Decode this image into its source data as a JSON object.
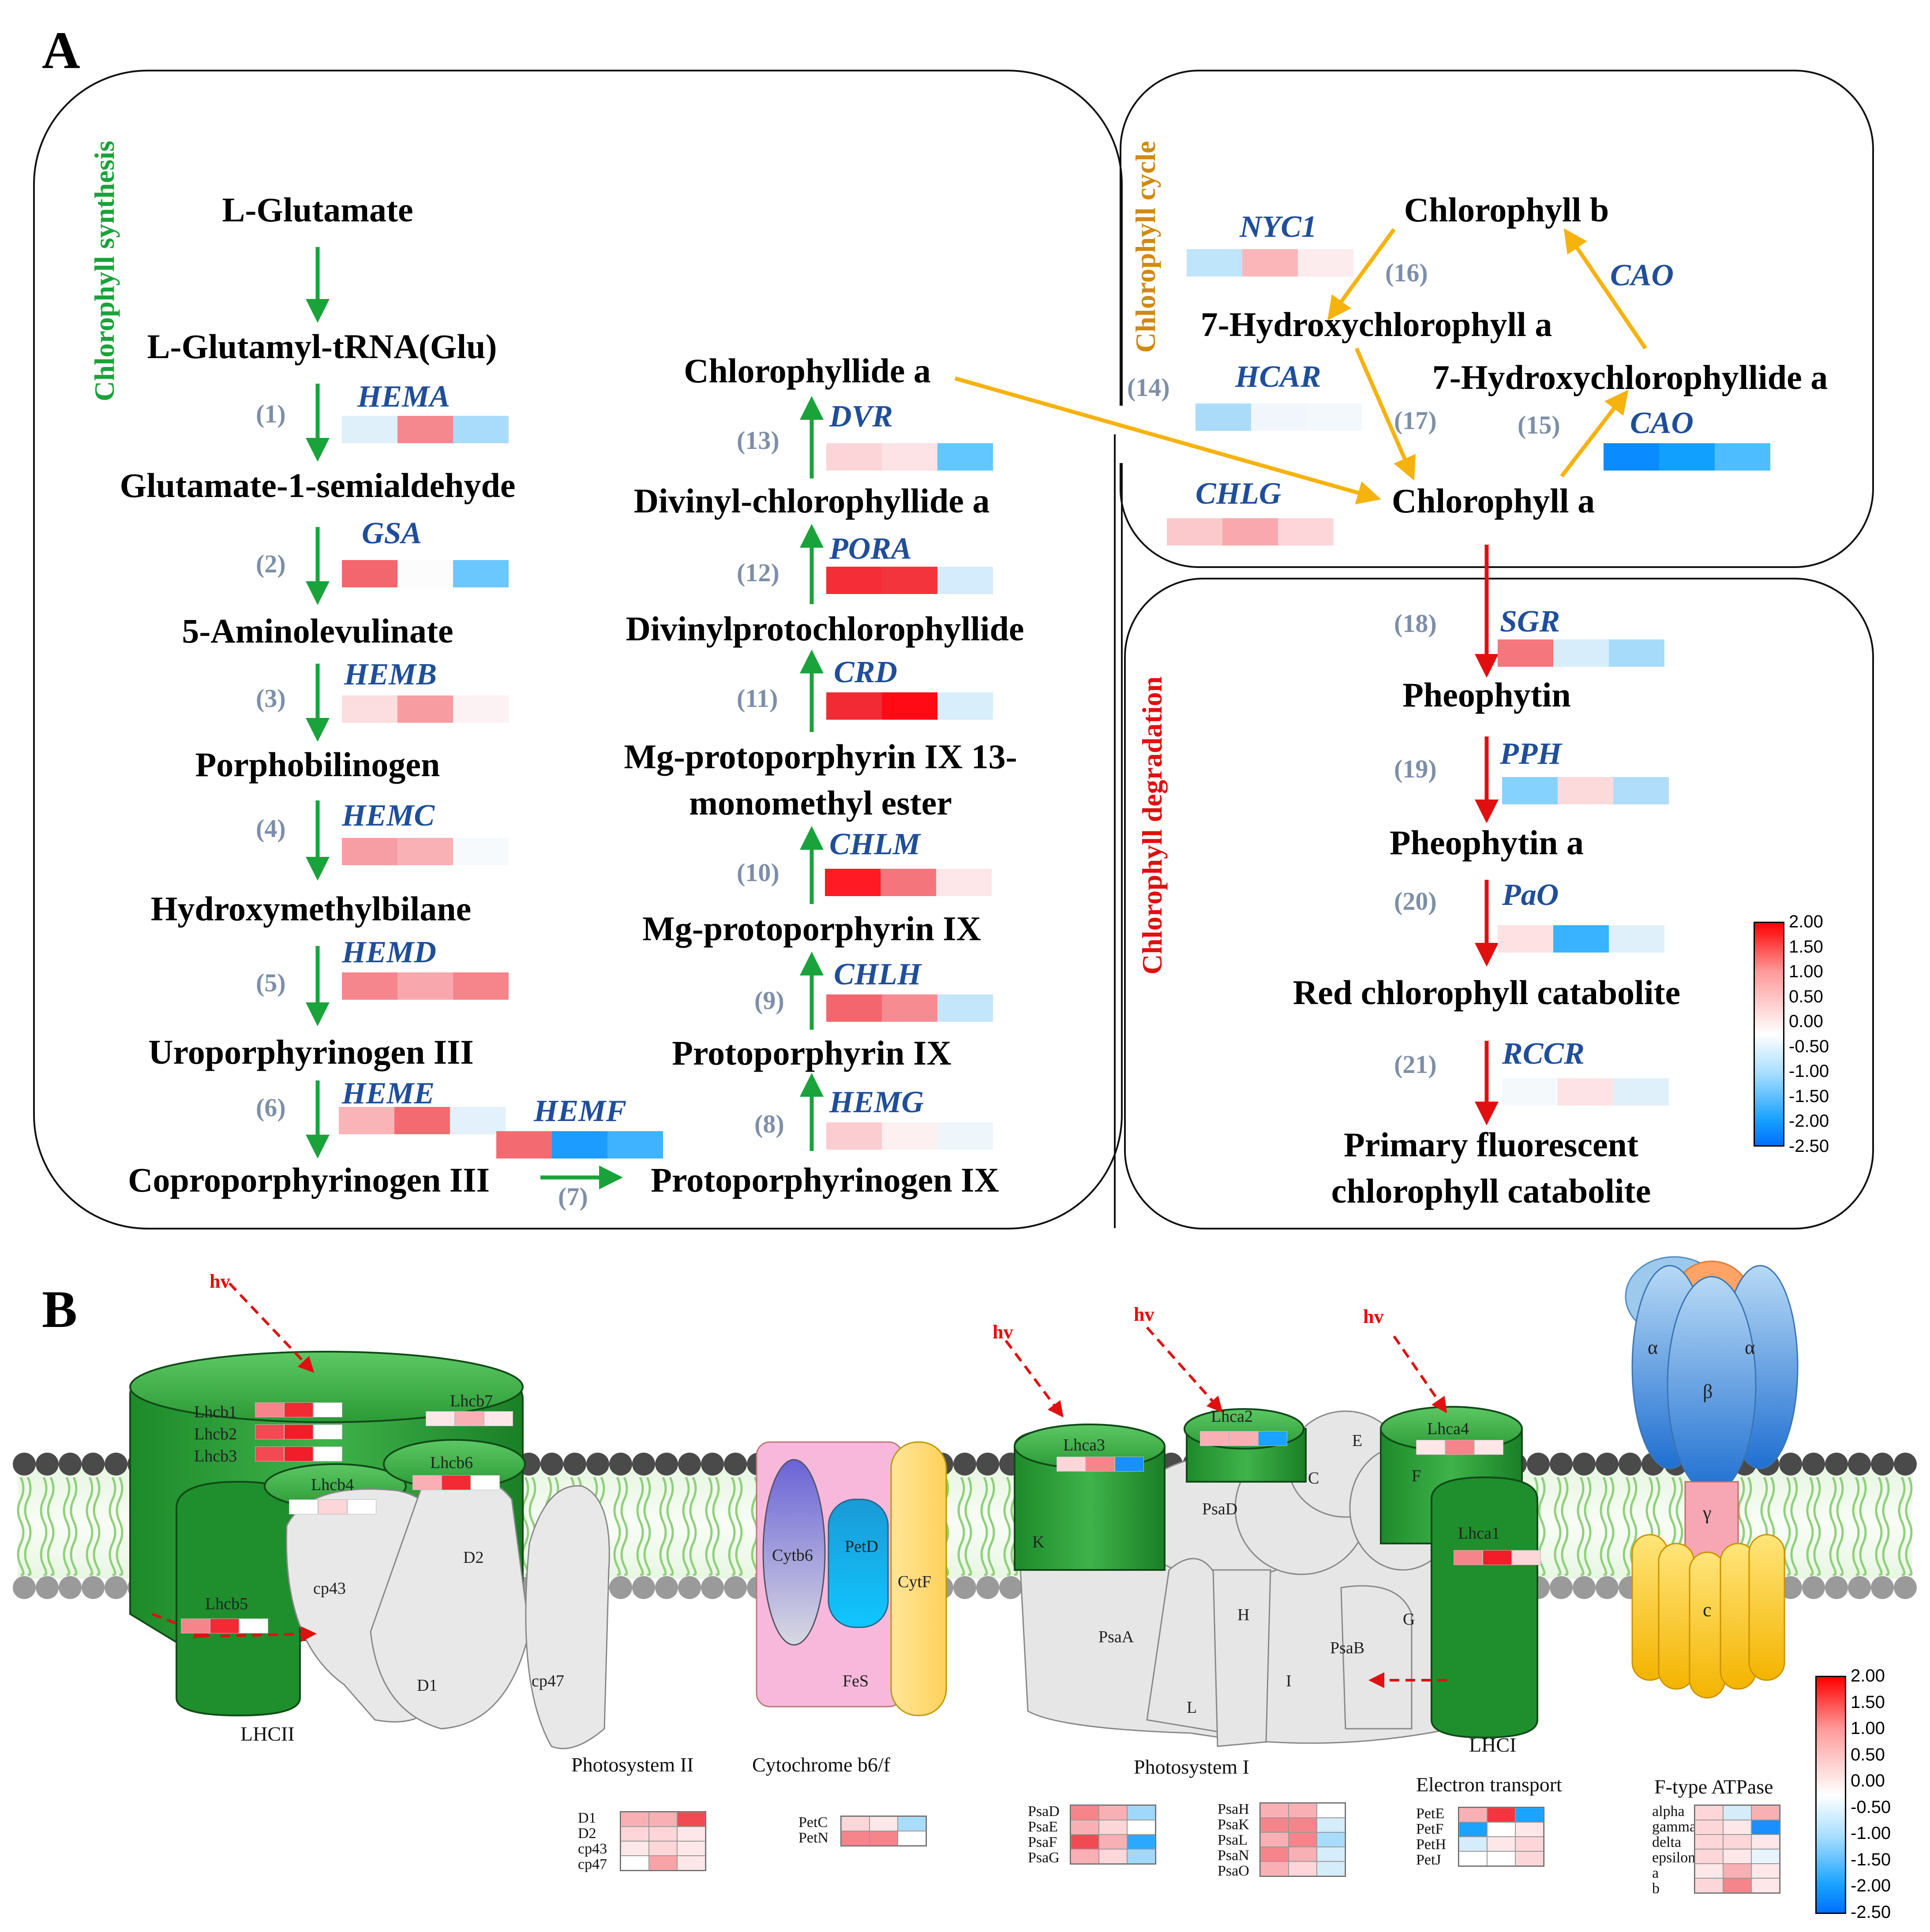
{
  "panel_a": {
    "letter": "A",
    "synthesis_title": "Chlorophyll synthesis",
    "cycle_title": "Chlorophyll cycle",
    "degradation_title": "Chlorophyll degradation",
    "metabolites": {
      "l_glutamate": "L-Glutamate",
      "glutamyl_trna": "L-Glutamyl-tRNA(Glu)",
      "gsa": "Glutamate-1-semialdehyde",
      "ala": "5-Aminolevulinate",
      "pbg": "Porphobilinogen",
      "hmb": "Hydroxymethylbilane",
      "urogen": "Uroporphyrinogen III",
      "coprogen": "Coproporphyrinogen III",
      "protogen": "Protoporphyrinogen IX",
      "proto": "Protoporphyrin IX",
      "mgproto": "Mg-protoporphyrin IX",
      "mgprotome_1": "Mg-protoporphyrin IX 13-",
      "mgprotome_2": "monomethyl ester",
      "dvpchlide": "Divinylprotochlorophyllide",
      "dvchlide": "Divinyl-chlorophyllide a",
      "chlide": "Chlorophyllide a",
      "chl_b": "Chlorophyll b",
      "hydroxy_chl_a": "7-Hydroxychlorophyll a",
      "hydroxy_chlide_a": "7-Hydroxychlorophyllide a",
      "chl_a": "Chlorophyll a",
      "pheophytin": "Pheophytin",
      "pheophytin_a": "Pheophytin a",
      "rcc": "Red chlorophyll catabolite",
      "pfcc_1": "Primary fluorescent",
      "pfcc_2": "chlorophyll catabolite"
    },
    "genes": [
      {
        "id": "hema",
        "name": "HEMA",
        "step": "(1)",
        "colors": [
          "#dff0fa",
          "#f5878e",
          "#a9dcfa"
        ]
      },
      {
        "id": "gsa",
        "name": "GSA",
        "step": "(2)",
        "colors": [
          "#f4666d",
          "#fcfcfc",
          "#6bc8ff"
        ]
      },
      {
        "id": "hemb",
        "name": "HEMB",
        "step": "(3)",
        "colors": [
          "#fcdde0",
          "#f79ca1",
          "#fdf2f3"
        ]
      },
      {
        "id": "hemc",
        "name": "HEMC",
        "step": "(4)",
        "colors": [
          "#f79ea4",
          "#f9b1b5",
          "#f7fafd"
        ]
      },
      {
        "id": "hemd",
        "name": "HEMD",
        "step": "(5)",
        "colors": [
          "#f6868d",
          "#f8a8ad",
          "#f5848b"
        ]
      },
      {
        "id": "heme",
        "name": "HEME",
        "step": "(6)",
        "colors": [
          "#f9b4b8",
          "#f46a71",
          "#e2f1fb"
        ]
      },
      {
        "id": "hemf",
        "name": "HEMF",
        "step": "(7)",
        "colors": [
          "#f46a71",
          "#1c9cff",
          "#3fb3ff"
        ]
      },
      {
        "id": "hemg",
        "name": "HEMG",
        "step": "(8)",
        "colors": [
          "#fbcdd0",
          "#fdf0f1",
          "#eef6fc"
        ]
      },
      {
        "id": "chlh",
        "name": "CHLH",
        "step": "(9)",
        "colors": [
          "#f4666d",
          "#f68c92",
          "#c3e6fb"
        ]
      },
      {
        "id": "chlm",
        "name": "CHLM",
        "step": "(10)",
        "colors": [
          "#ff1a24",
          "#f4767c",
          "#fde7e8"
        ]
      },
      {
        "id": "crd",
        "name": "CRD",
        "step": "(11)",
        "colors": [
          "#f22a33",
          "#ff0a15",
          "#d9eefb"
        ]
      },
      {
        "id": "pora",
        "name": "PORA",
        "step": "(12)",
        "colors": [
          "#f52d36",
          "#f3343d",
          "#d4ecfb"
        ]
      },
      {
        "id": "dvr",
        "name": "DVR",
        "step": "(13)",
        "colors": [
          "#fbd5d8",
          "#fde3e5",
          "#62c6ff"
        ]
      },
      {
        "id": "chlg",
        "name": "CHLG",
        "step": "(14)",
        "colors": [
          "#fbc9cc",
          "#f9a9ae",
          "#fcd6d9"
        ]
      },
      {
        "id": "cao1",
        "name": "CAO",
        "step": "(15)",
        "colors": [
          "#0a8bff",
          "#12a0ff",
          "#4ebdff"
        ]
      },
      {
        "id": "cao2",
        "name": "CAO",
        "step": "",
        "colors": []
      },
      {
        "id": "nyc1",
        "name": "NYC1",
        "step": "(16)",
        "colors": [
          "#bfe5fb",
          "#fbb6ba",
          "#fdecee"
        ]
      },
      {
        "id": "hcar",
        "name": "HCAR",
        "step": "(17)",
        "colors": [
          "#aadcfa",
          "#f0f6fc",
          "#f3f8fc"
        ]
      },
      {
        "id": "sgr",
        "name": "SGR",
        "step": "(18)",
        "colors": [
          "#f5767d",
          "#d7edfb",
          "#a7dbfa"
        ]
      },
      {
        "id": "pph",
        "name": "PPH",
        "step": "(19)",
        "colors": [
          "#86d2ff",
          "#fcdadc",
          "#b0ddfa"
        ]
      },
      {
        "id": "pao",
        "name": "PaO",
        "step": "(20)",
        "colors": [
          "#fde1e3",
          "#39b3ff",
          "#e0f0fb"
        ]
      },
      {
        "id": "rccr",
        "name": "RCCR",
        "step": "(21)",
        "colors": [
          "#f4f9fc",
          "#fde3e5",
          "#e0f0fb"
        ]
      }
    ],
    "scale_labels": [
      "2.00",
      "1.50",
      "1.00",
      "0.50",
      "0.00",
      "-0.50",
      "-1.00",
      "-1.50",
      "-2.00",
      "-2.50"
    ]
  },
  "panel_b": {
    "letter": "B",
    "hv": "hv",
    "complexes": {
      "lhcii": "LHCII",
      "ps2": "Photosystem II",
      "cytb6f": "Cytochrome b6/f",
      "ps1": "Photosystem I",
      "lhci": "LHCI",
      "et": "Electron transport",
      "atpase": "F-type ATPase"
    },
    "proteins": {
      "lhcb1": "Lhcb1",
      "lhcb2": "Lhcb2",
      "lhcb3": "Lhcb3",
      "lhcb4": "Lhcb4",
      "lhcb5": "Lhcb5",
      "lhcb6": "Lhcb6",
      "lhcb7": "Lhcb7",
      "lhca1": "Lhca1",
      "lhca2": "Lhca2",
      "lhca3": "Lhca3",
      "lhca4": "Lhca4",
      "cp43": "cp43",
      "cp47": "cp47",
      "d1": "D1",
      "d2": "D2",
      "cytb6": "Cytb6",
      "petd": "PetD",
      "cytf": "CytF",
      "fes": "FeS",
      "k": "K",
      "psaa": "PsaA",
      "psad": "PsaD",
      "c": "C",
      "e": "E",
      "f": "F",
      "h": "H",
      "l": "L",
      "i": "I",
      "psab": "PsaB",
      "g": "G",
      "alpha1": "α",
      "alpha2": "α",
      "beta": "β",
      "gamma": "γ",
      "c_ring": "c"
    },
    "tables": {
      "ps2": {
        "rows": [
          "D1",
          "D2",
          "cp43",
          "cp47"
        ],
        "colors": [
          [
            "#f9b0b4",
            "#f9b0b4",
            "#f24a52"
          ],
          [
            "#fcd6d8",
            "#fcd6d8",
            "#fde7e8"
          ],
          [
            "#fde7e8",
            "#fcd6d8",
            "#fde7e8"
          ],
          [
            "#ffffff",
            "#f9a3a8",
            "#fde7e8"
          ]
        ]
      },
      "cytb6f": {
        "rows": [
          "PetC",
          "PetN"
        ],
        "colors": [
          [
            "#fcd6d8",
            "#fde7e8",
            "#a9dcfa"
          ],
          [
            "#f5848b",
            "#f5848b",
            "#ffffff"
          ]
        ]
      },
      "ps1a": {
        "rows": [
          "PsaD",
          "PsaE",
          "PsaF",
          "PsaG"
        ],
        "colors": [
          [
            "#f5848b",
            "#f9b0b4",
            "#9fd8fa"
          ],
          [
            "#f9b0b4",
            "#fcd6d8",
            "#ffffff"
          ],
          [
            "#f24a52",
            "#f9b0b4",
            "#2aa9ff"
          ],
          [
            "#f9b0b4",
            "#fcd6d8",
            "#9fd8fa"
          ]
        ]
      },
      "ps1b": {
        "rows": [
          "PsaH",
          "PsaK",
          "PsaL",
          "PsaN",
          "PsaO"
        ],
        "colors": [
          [
            "#f9b0b4",
            "#f9b0b4",
            "#ffffff"
          ],
          [
            "#f5848b",
            "#f5848b",
            "#d5ecfa"
          ],
          [
            "#f9b0b4",
            "#f5848b",
            "#a9dcfa"
          ],
          [
            "#f5848b",
            "#f9b0b4",
            "#d5ecfa"
          ],
          [
            "#f9b0b4",
            "#fcd6d8",
            "#d5ecfa"
          ]
        ]
      },
      "et": {
        "rows": [
          "PetE",
          "PetF",
          "PetH",
          "PetJ"
        ],
        "colors": [
          [
            "#f9b0b4",
            "#f2353e",
            "#1aa3ff"
          ],
          [
            "#1aa3ff",
            "#ffffff",
            "#fde7e8"
          ],
          [
            "#d5ecfa",
            "#fde7e8",
            "#fcd6d8"
          ],
          [
            "#ffffff",
            "#ffffff",
            "#fcd6d8"
          ]
        ]
      },
      "atp": {
        "rows": [
          "alpha",
          "gamma",
          "delta",
          "epsilon",
          "a",
          "b"
        ],
        "colors": [
          [
            "#fcd6d8",
            "#d5ecfa",
            "#f9b0b4"
          ],
          [
            "#fcd6d8",
            "#fde7e8",
            "#1a8fff"
          ],
          [
            "#fcd6d8",
            "#fcd6d8",
            "#fde7e8"
          ],
          [
            "#fcd6d8",
            "#fde7e8",
            "#e8f4fb"
          ],
          [
            "#fde7e8",
            "#f9b0b4",
            "#fde7e8"
          ],
          [
            "#fcd6d8",
            "#f5848b",
            "#fde7e8"
          ]
        ]
      }
    },
    "mini_heatmaps": {
      "lhcb1": [
        "#f5848b",
        "#f22a33",
        "#ffffff"
      ],
      "lhcb2": [
        "#f24a52",
        "#f21d28",
        "#ffffff"
      ],
      "lhcb3": [
        "#f24a52",
        "#f21d28",
        "#ffffff"
      ],
      "lhcb4": [
        "#ffffff",
        "#fcd6d8",
        "#ffffff"
      ],
      "lhcb5": [
        "#f5848b",
        "#f22a33",
        "#ffffff"
      ],
      "lhcb6": [
        "#f9b0b4",
        "#f22a33",
        "#ffffff"
      ],
      "lhcb7": [
        "#fde7e8",
        "#f9b0b4",
        "#fde7e8"
      ],
      "lhca1": [
        "#f5848b",
        "#f21d28",
        "#fcd6d8"
      ],
      "lhca2": [
        "#f9b0b4",
        "#f9b0b4",
        "#1aa3ff"
      ],
      "lhca3": [
        "#fcd6d8",
        "#f5848b",
        "#1a8fff"
      ],
      "lhca4": [
        "#fde7e8",
        "#f5848b",
        "#fde7e8"
      ]
    },
    "scale_labels": [
      "2.00",
      "1.50",
      "1.00",
      "0.50",
      "0.00",
      "-0.50",
      "-1.00",
      "-1.50",
      "-2.00",
      "-2.50"
    ]
  }
}
